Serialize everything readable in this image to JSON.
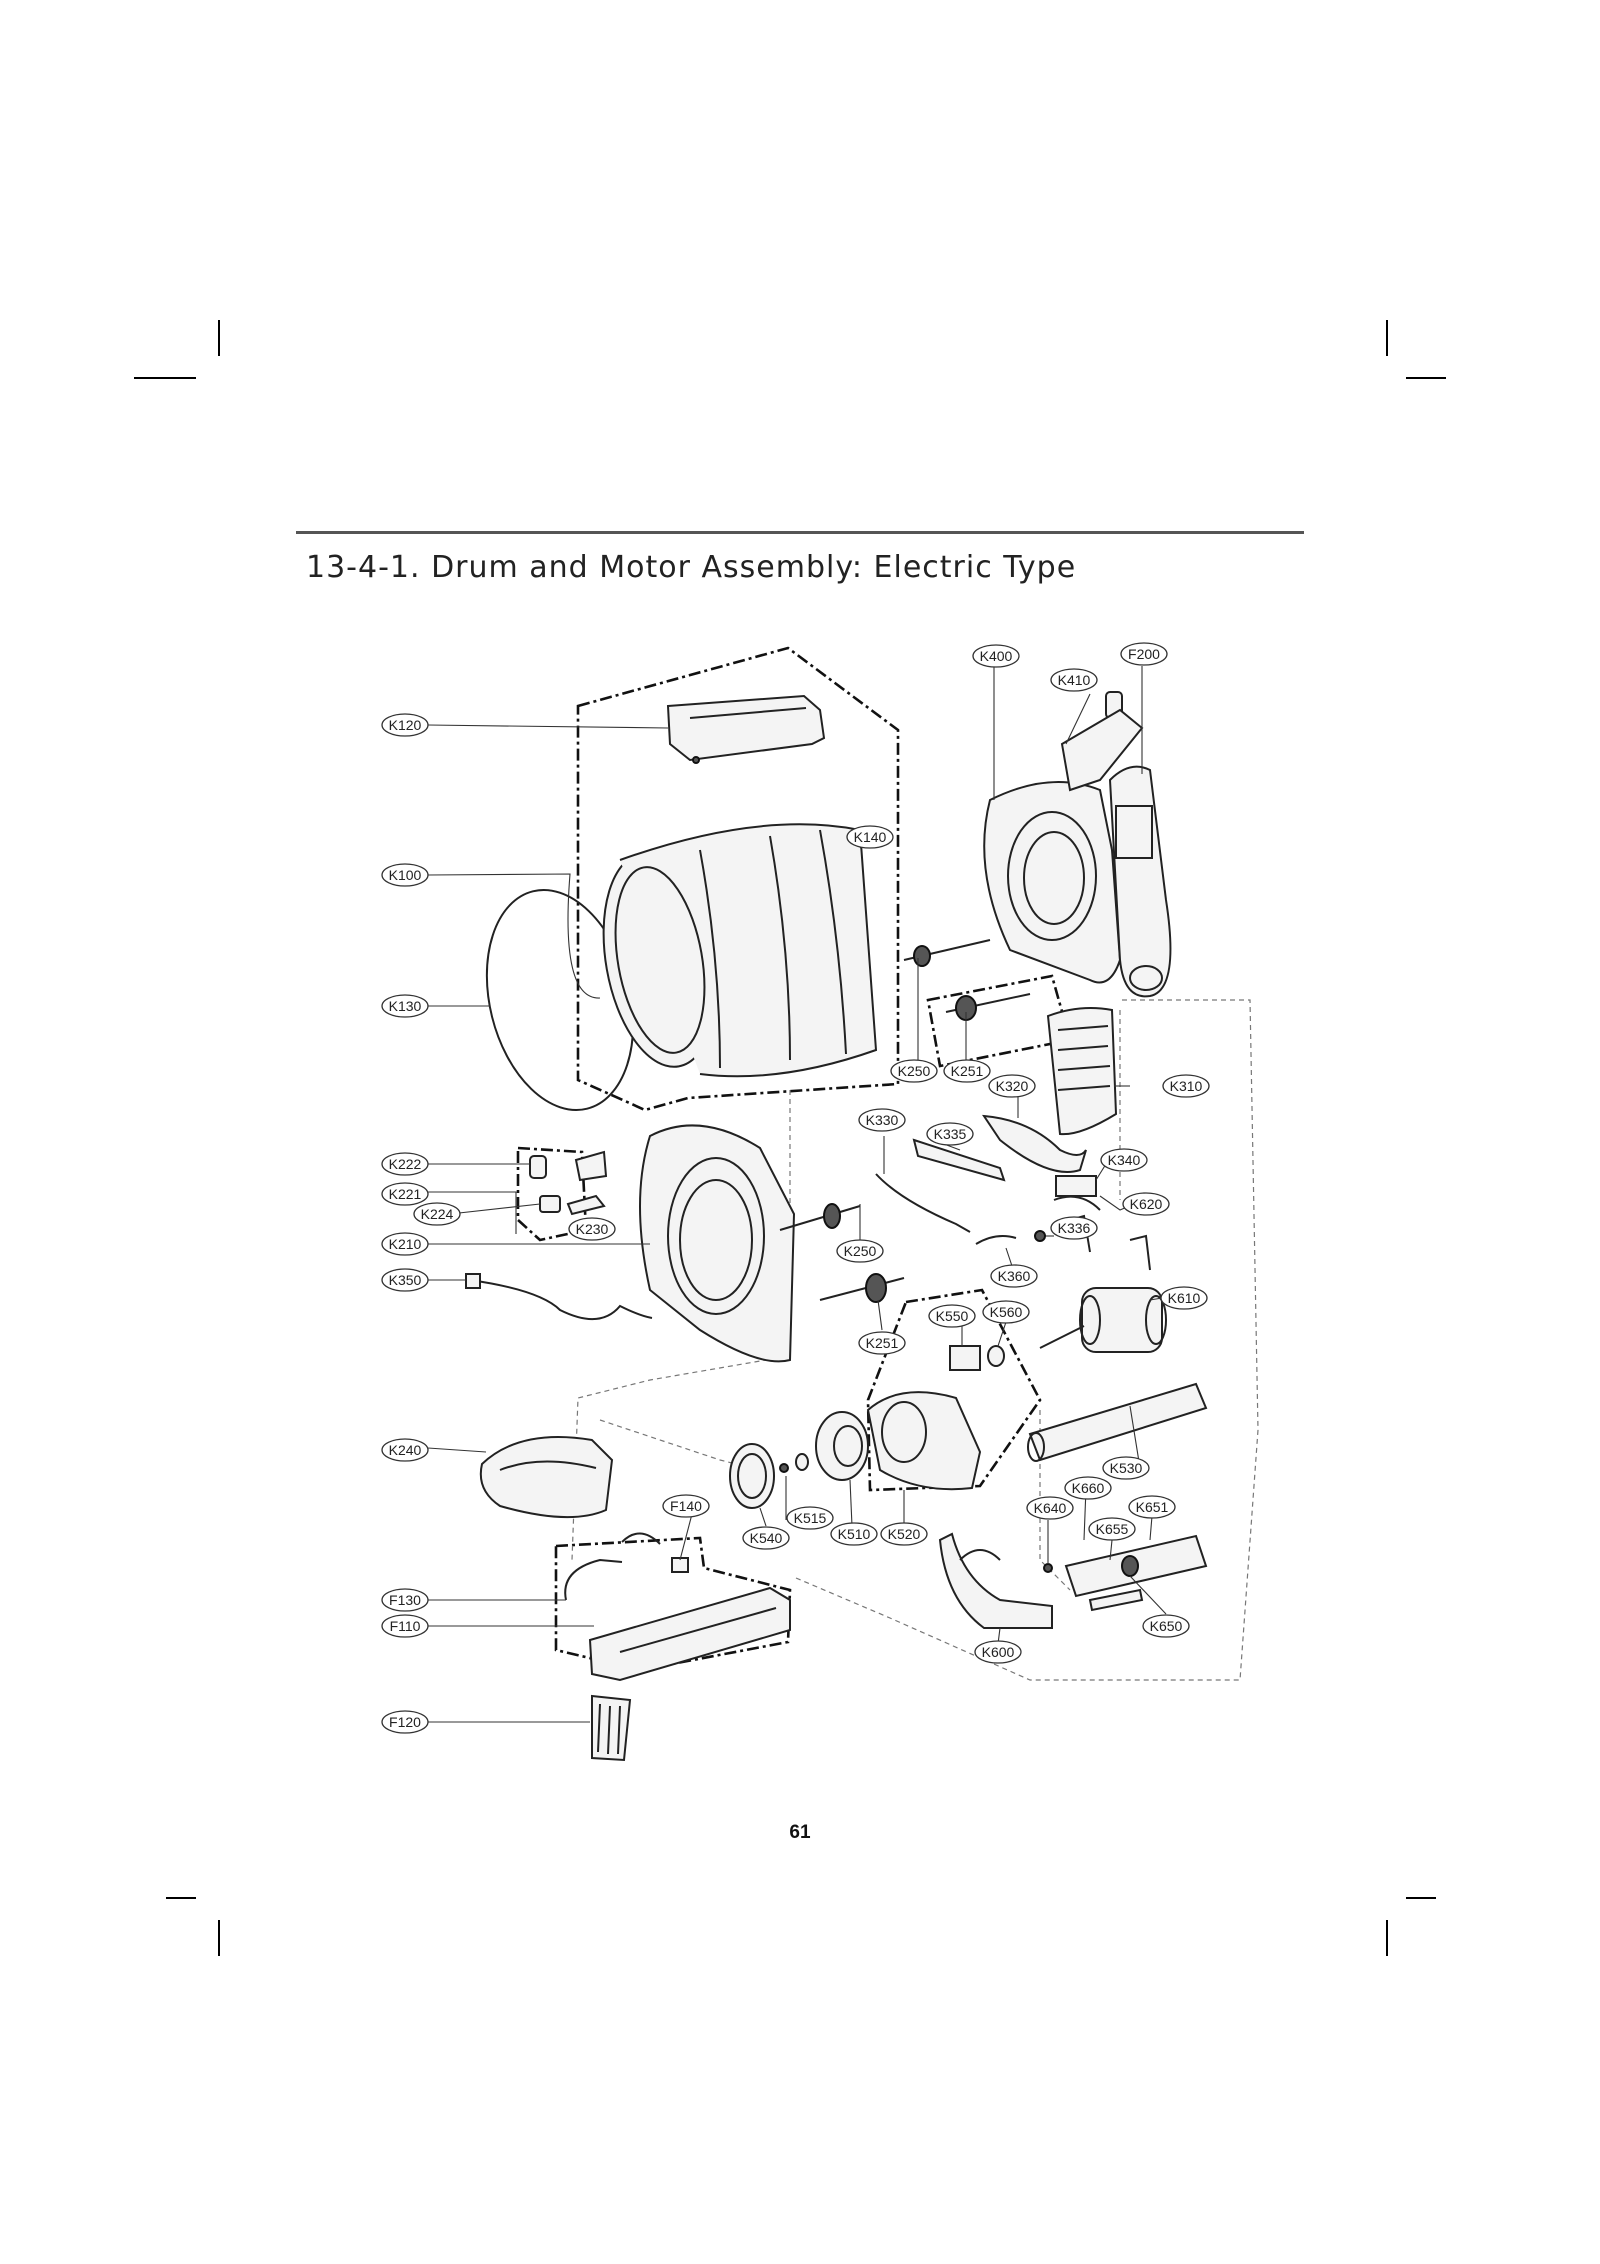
{
  "section_title": "13-4-1. Drum and Motor Assembly: Electric Type",
  "page_number": "61",
  "labels": {
    "K120": "K120",
    "K100": "K100",
    "K130": "K130",
    "K140": "K140",
    "K222": "K222",
    "K221": "K221",
    "K224": "K224",
    "K230": "K230",
    "K210": "K210",
    "K350": "K350",
    "K240": "K240",
    "F140": "F140",
    "F130": "F130",
    "F110": "F110",
    "F120": "F120",
    "K400": "K400",
    "F200": "F200",
    "K410": "K410",
    "K250a": "K250",
    "K251a": "K251",
    "K320": "K320",
    "K310": "K310",
    "K330": "K330",
    "K335": "K335",
    "K340": "K340",
    "K620": "K620",
    "K336": "K336",
    "K250b": "K250",
    "K360": "K360",
    "K251b": "K251",
    "K610": "K610",
    "K550": "K550",
    "K560": "K560",
    "K530": "K530",
    "K660": "K660",
    "K640": "K640",
    "K651": "K651",
    "K655": "K655",
    "K515": "K515",
    "K540": "K540",
    "K510": "K510",
    "K520": "K520",
    "K600": "K600",
    "K650": "K650"
  }
}
